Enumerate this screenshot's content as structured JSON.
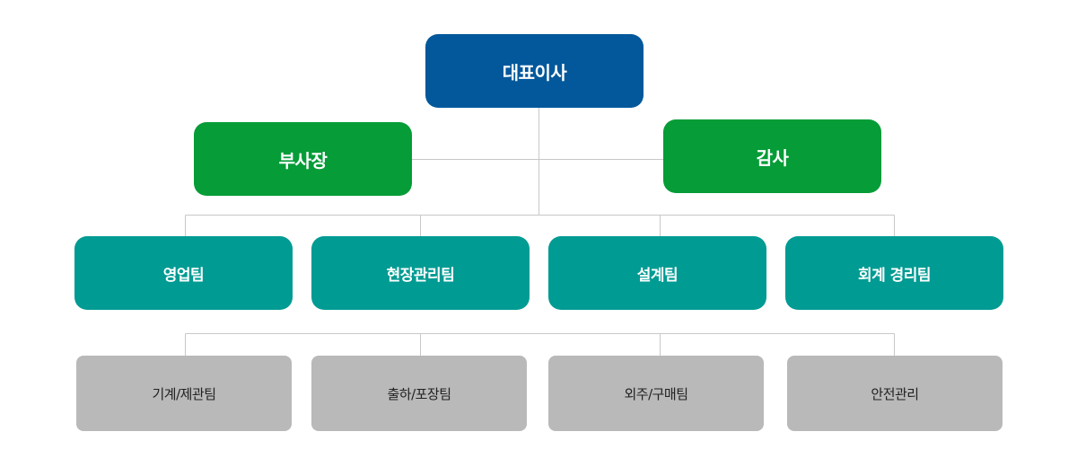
{
  "org_chart": {
    "ceo": "대표이사",
    "vice_president": "부사장",
    "auditor": "감사",
    "teams": [
      "영업팀",
      "현장관리팀",
      "설계팀",
      "회계 경리팀"
    ],
    "units": [
      "기계/제관팀",
      "출하/포장팀",
      "외주/구매팀",
      "안전관리"
    ]
  },
  "colors": {
    "ceo": "#02589b",
    "executive": "#069c37",
    "team": "#009b93",
    "unit": "#b9b9b9",
    "connector": "#c8c8c8"
  }
}
